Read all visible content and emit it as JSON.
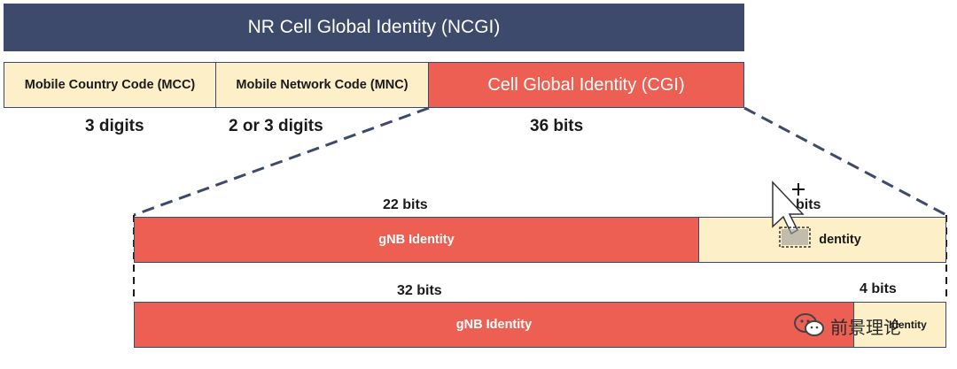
{
  "top": {
    "ncgi_label": "NR Cell Global Identity (NCGI)",
    "mcc_label": "Mobile Country Code (MCC)",
    "mnc_label": "Mobile Network Code (MNC)",
    "cgi_label": "Cell Global Identity (CGI)",
    "mcc_size": "3 digits",
    "mnc_size": "2 or 3 digits",
    "cgi_size": "36 bits"
  },
  "split_a": {
    "gnb_bits": "22 bits",
    "cell_bits": "bits",
    "gnb_label": "gNB Identity",
    "cell_label": "dentity"
  },
  "split_b": {
    "gnb_bits": "32 bits",
    "cell_bits": "4 bits",
    "gnb_label": "gNB Identity",
    "cell_label": "Identity"
  },
  "watermark": {
    "text": "前景理论",
    "icon": "wechat-icon"
  },
  "colors": {
    "navy": "#3e4a6b",
    "red": "#ec5f52",
    "cream": "#fdf0c9"
  }
}
